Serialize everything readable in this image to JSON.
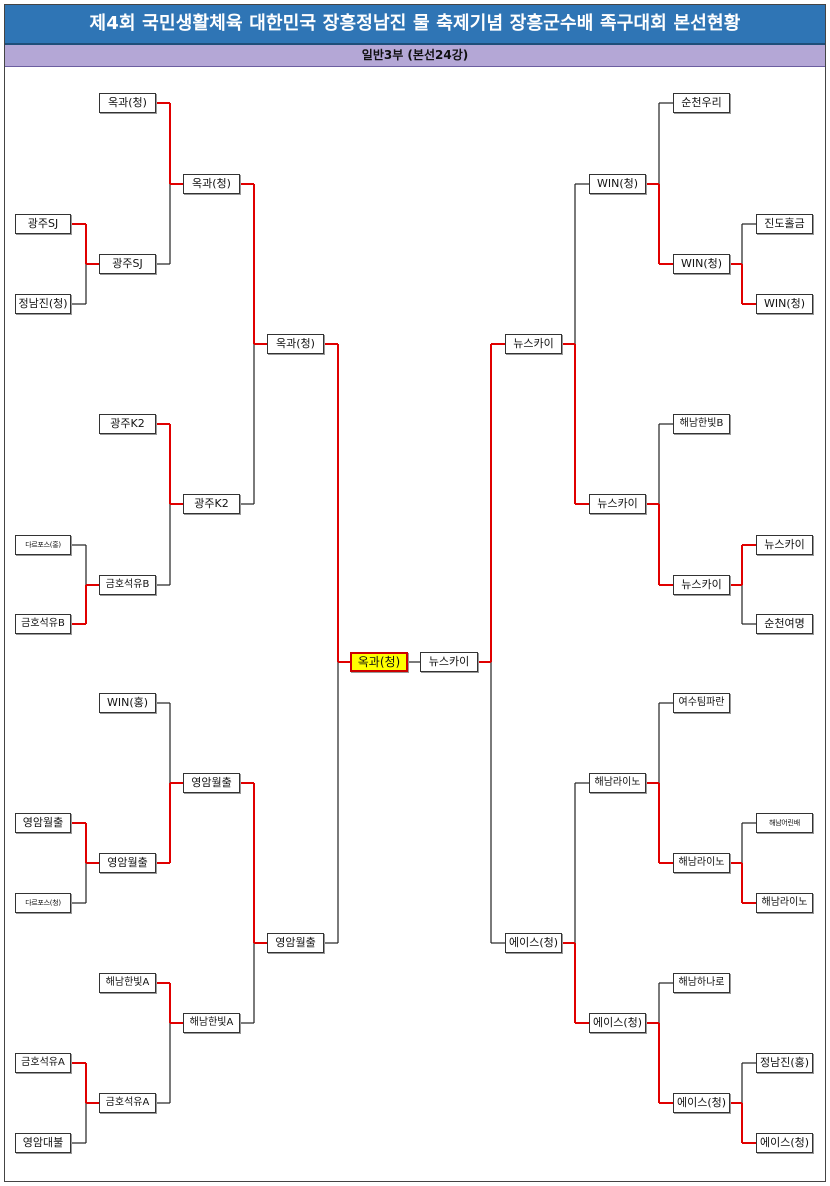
{
  "header": {
    "title": "제4회 국민생활체육 대한민국 장흥정남진 물 축제기념 장흥군수배 족구대회 본선현황",
    "subtitle": "일반3부 (본선24강)"
  },
  "colors": {
    "title_bg": "#2f75b5",
    "subtitle_bg": "#b4a7d6",
    "win_line": "#e00000",
    "line": "#222222",
    "champion_bg": "#ffff00"
  },
  "left": {
    "r1": [
      "광주SJ",
      "정남진(청)",
      "다르포스(홍)",
      "금호석유B",
      "영암월출",
      "다르포스(청)",
      "금호석유A",
      "영암대불"
    ],
    "r2": [
      "옥과(청)",
      "광주SJ",
      "광주K2",
      "금호석유B",
      "WIN(홍)",
      "영암월출",
      "해남한빛A",
      "금호석유A"
    ],
    "r3": [
      "옥과(청)",
      "광주K2",
      "영암월출",
      "해남한빛A"
    ],
    "r4": [
      "옥과(청)",
      "영암월출"
    ]
  },
  "right": {
    "r1": [
      "진도홀금",
      "WIN(청)",
      "뉴스카이",
      "순천여명",
      "해남어린배",
      "해남라이노",
      "정남진(홍)",
      "에이스(청)"
    ],
    "r2": [
      "순천우리",
      "WIN(청)",
      "해남한빛B",
      "뉴스카이",
      "여수팀파란",
      "해남라이노",
      "해남하나로",
      "에이스(청)"
    ],
    "r3": [
      "WIN(청)",
      "뉴스카이",
      "해남라이노",
      "에이스(청)"
    ],
    "r4": [
      "뉴스카이",
      "에이스(청)"
    ]
  },
  "final": {
    "champion": "옥과(청)",
    "runner_up": "뉴스카이"
  }
}
